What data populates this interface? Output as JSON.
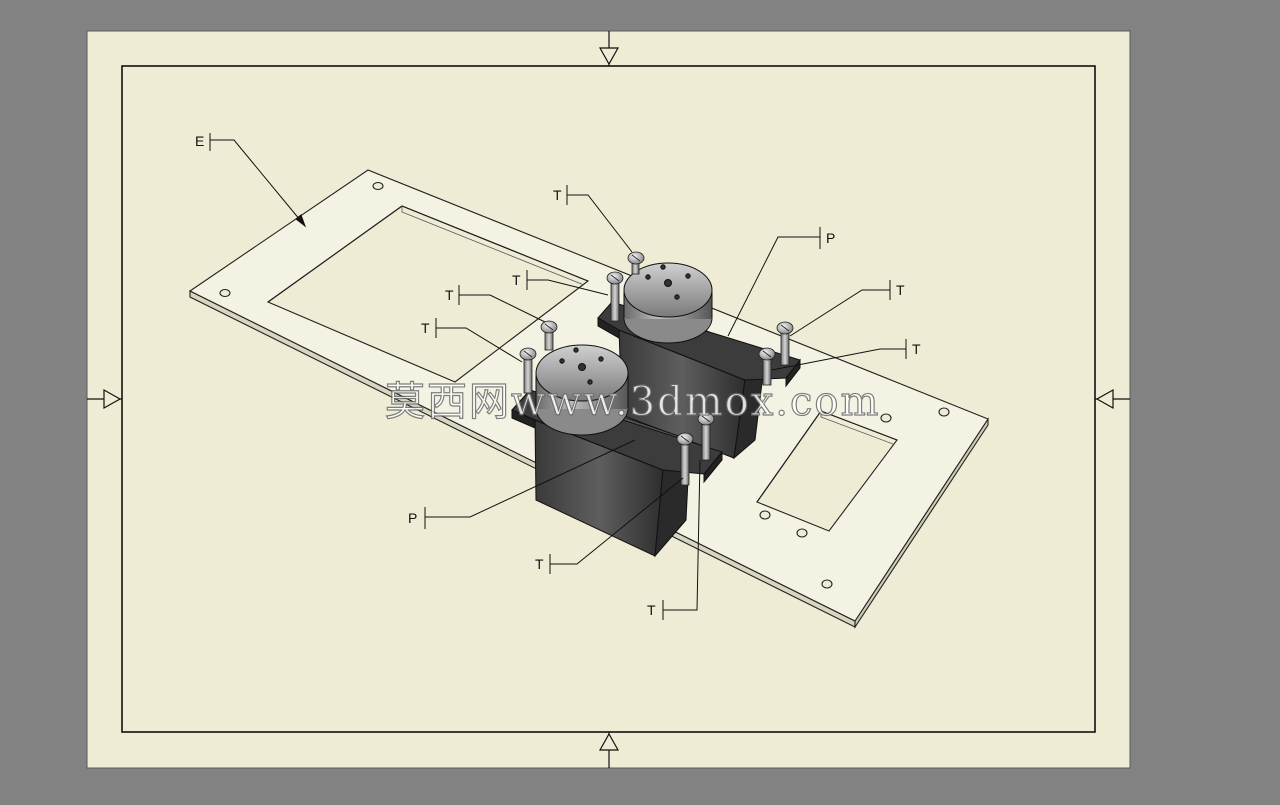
{
  "colors": {
    "background": "#828282",
    "sheet": "#efecd5",
    "plate": "#f4f2e2",
    "servo_body": "#4a4a4a",
    "ink": "#111111"
  },
  "watermark": "莫西网www.3dmox.com",
  "callouts": {
    "e": "E",
    "t1": "T",
    "t2": "T",
    "t3": "T",
    "t4": "T",
    "t5": "T",
    "t6": "T",
    "t7": "T",
    "t8": "T",
    "p1": "P",
    "p2": "P"
  },
  "icons": {
    "top": "section-arrow-down-icon",
    "bottom": "section-arrow-up-icon",
    "left": "section-arrow-right-icon",
    "right": "section-arrow-left-icon"
  }
}
